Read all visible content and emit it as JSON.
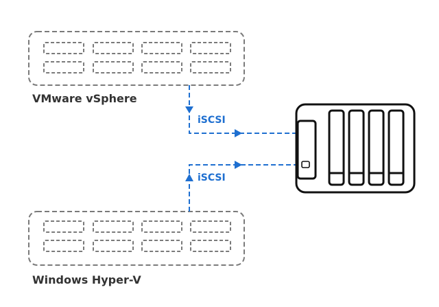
{
  "hosts": {
    "vmware": {
      "label": "VMware vSphere"
    },
    "hyperv": {
      "label": "Windows Hyper-V"
    }
  },
  "connections": {
    "top": {
      "label": "iSCSI"
    },
    "bottom": {
      "label": "iSCSI"
    }
  },
  "colors": {
    "server_outline": "#7a7a7a",
    "link": "#1e6fd0",
    "nas": "#111111",
    "text": "#333333"
  },
  "icons": {
    "server": "rack-server-icon",
    "storage": "nas-storage-icon"
  }
}
